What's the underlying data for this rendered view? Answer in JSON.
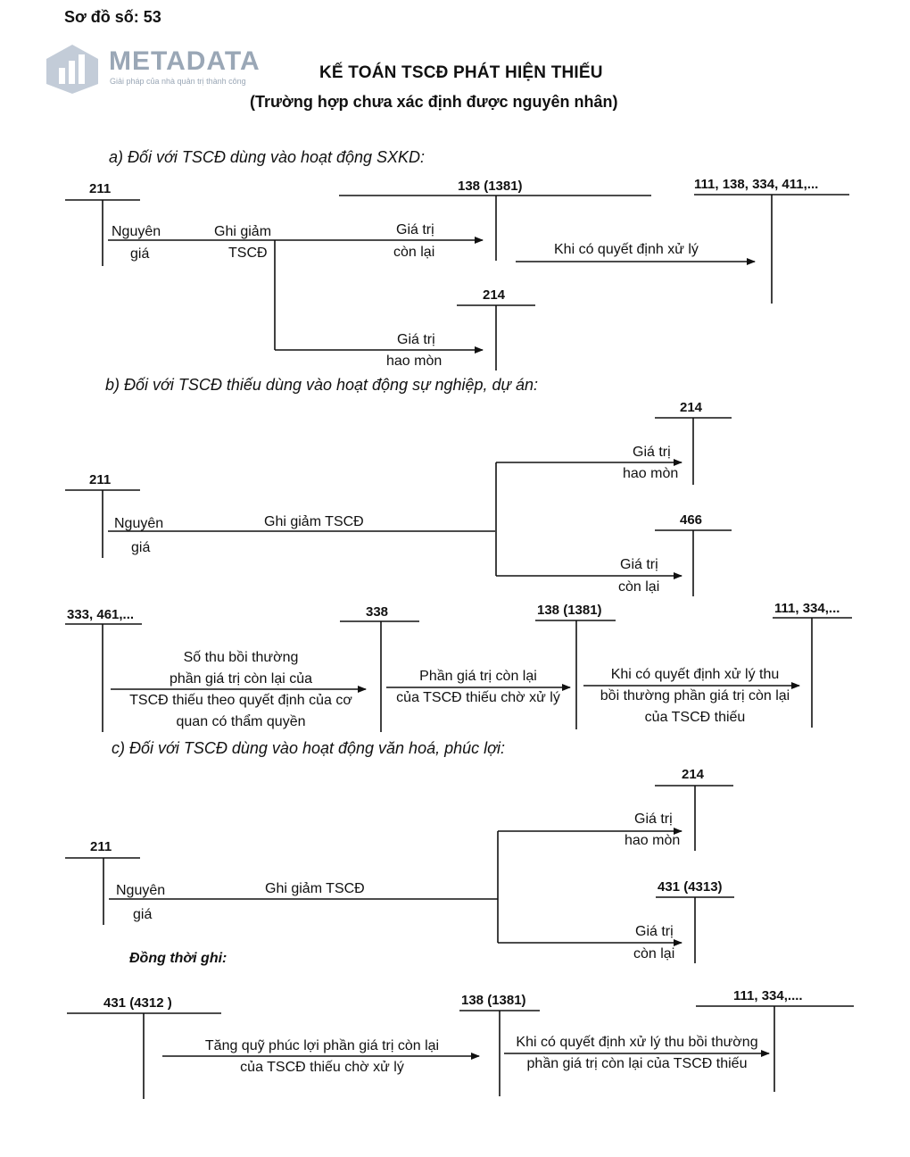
{
  "header": {
    "diagram_no": "Sơ đồ số: 53"
  },
  "watermark": {
    "brand": "METADATA",
    "tagline": "Giải pháp của nhà quản trị thành công",
    "icon": "building-chart-icon",
    "color": "#9aa7b6"
  },
  "title": "KẾ TOÁN TSCĐ PHÁT HIỆN THIẾU",
  "subtitle": "(Trường hợp chưa xác định được nguyên nhân)",
  "sections": {
    "a": {
      "heading": "a) Đối với TSCĐ dùng vào hoạt động SXKD:",
      "accounts": {
        "a211": "211",
        "a1381": "138 (1381)",
        "a111": "111, 138, 334, 411,...",
        "a214": "214"
      },
      "labels": {
        "nguyen": "Nguyên",
        "gia": "giá",
        "ghigiam": "Ghi giảm",
        "tscd": "TSCĐ",
        "gt1": "Giá trị",
        "conlai": "còn lại",
        "khico": "Khi có quyết định xử lý",
        "gt2": "Giá trị",
        "haomon": "hao mòn"
      }
    },
    "b": {
      "heading": "b) Đối với TSCĐ thiếu dùng vào hoạt động sự nghiệp, dự án:",
      "accounts": {
        "b214": "214",
        "b211": "211",
        "b466": "466",
        "b333": "333, 461,...",
        "b338": "338",
        "b1381": "138 (1381)",
        "b111": "111, 334,..."
      },
      "labels": {
        "gt1": "Giá trị",
        "haomon": "hao mòn",
        "nguyen": "Nguyên",
        "gia": "giá",
        "ghigiam": "Ghi giảm TSCĐ",
        "gt2": "Giá trị",
        "conlai": "còn lại",
        "sothu1": "Số thu bồi thường",
        "sothu2": "phần giá trị còn lại của",
        "sothu3": "TSCĐ thiếu theo quyết định của cơ",
        "sothu4": "quan có thẩm quyền",
        "phan1": "Phần giá trị còn lại",
        "phan2": "của TSCĐ thiếu chờ xử lý",
        "khi1": "Khi có quyết định xử lý thu",
        "khi2": "bồi thường phần giá trị còn lại",
        "khi3": "của TSCĐ thiếu"
      }
    },
    "c": {
      "heading": "c) Đối với TSCĐ dùng vào hoạt động văn hoá, phúc lợi:",
      "accounts": {
        "c214": "214",
        "c211": "211",
        "c4313": "431 (4313)",
        "c4312": "431 (4312 )",
        "c1381": "138 (1381)",
        "c111": "111, 334,...."
      },
      "labels": {
        "gt1": "Giá trị",
        "haomon": "hao mòn",
        "nguyen": "Nguyên",
        "gia": "giá",
        "ghigiam": "Ghi giảm TSCĐ",
        "gt2": "Giá trị",
        "conlai": "còn lại",
        "dongthoi": "Đồng thời ghi:",
        "tang1": "Tăng quỹ phúc lợi phần giá trị còn lại",
        "tang2": "của TSCĐ thiếu chờ xử lý",
        "khi1": "Khi có quyết định xử lý thu bồi thường",
        "khi2": "phần giá trị còn lại của TSCĐ thiếu"
      }
    }
  }
}
